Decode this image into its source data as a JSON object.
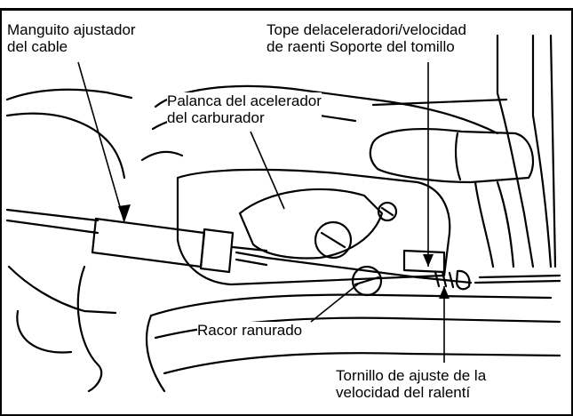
{
  "labels": {
    "cable_sleeve": {
      "line1": "Manguito ajustador",
      "line2": "del cable"
    },
    "throttle_stop": {
      "line1": "Tope delaceleradori/velocidad",
      "line2": "de raenti Soporte del tomillo"
    },
    "throttle_lever": {
      "line1": "Palanca del acelerador",
      "line2": "del carburador"
    },
    "slotted_fitting": {
      "line1": "Racor ranurado"
    },
    "idle_screw": {
      "line1": "Tornillo de ajuste de la",
      "line2": "velocidad del ralentí"
    }
  },
  "colors": {
    "ink": "#000000",
    "paper": "#ffffff"
  }
}
